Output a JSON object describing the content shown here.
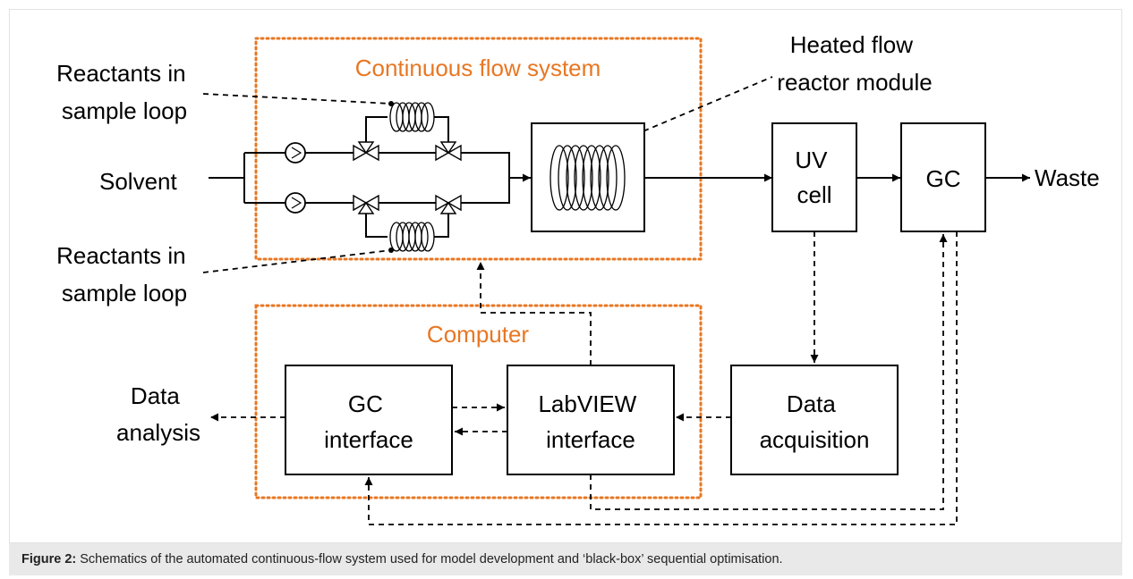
{
  "colors": {
    "accent_orange": "#E87722",
    "line": "#000000",
    "caption_bg": "#E9E9E9",
    "frame_border": "#E2E2E2"
  },
  "diagram": {
    "flow_system_title": "Continuous flow system",
    "computer_title": "Computer",
    "reactor_label": [
      "Heated flow",
      "reactor module"
    ],
    "reactants_top": [
      "Reactants in",
      "sample loop"
    ],
    "reactants_bottom": [
      "Reactants in",
      "sample loop"
    ],
    "solvent": "Solvent",
    "uv_cell": [
      "UV",
      "cell"
    ],
    "gc": "GC",
    "waste": "Waste",
    "gc_interface": [
      "GC",
      "interface"
    ],
    "labview_interface": [
      "LabVIEW",
      "interface"
    ],
    "data_acquisition": [
      "Data",
      "acquisition"
    ],
    "data_analysis": [
      "Data",
      "analysis"
    ]
  },
  "caption": {
    "label": "Figure 2:",
    "text": " Schematics of the automated continuous-flow system used for model development and ‘black-box’ sequential optimisation."
  }
}
